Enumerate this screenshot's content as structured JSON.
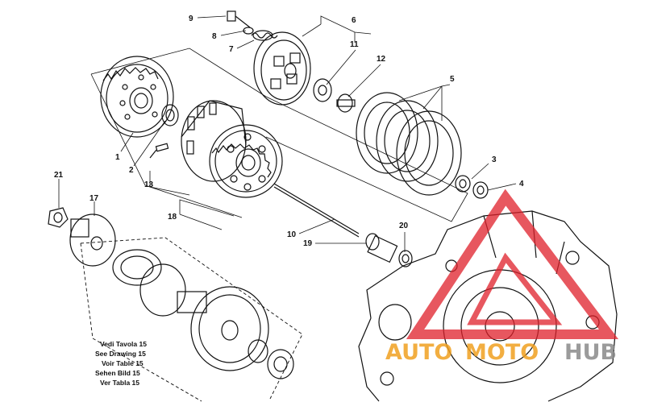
{
  "callouts": [
    {
      "id": "c1",
      "text": "1"
    },
    {
      "id": "c2",
      "text": "2"
    },
    {
      "id": "c3",
      "text": "3"
    },
    {
      "id": "c4",
      "text": "4"
    },
    {
      "id": "c5",
      "text": "5"
    },
    {
      "id": "c6",
      "text": "6"
    },
    {
      "id": "c7",
      "text": "7"
    },
    {
      "id": "c8",
      "text": "8"
    },
    {
      "id": "c9",
      "text": "9"
    },
    {
      "id": "c10",
      "text": "10"
    },
    {
      "id": "c11",
      "text": "11"
    },
    {
      "id": "c12",
      "text": "12"
    },
    {
      "id": "c13",
      "text": "13"
    },
    {
      "id": "c17",
      "text": "17"
    },
    {
      "id": "c18",
      "text": "18"
    },
    {
      "id": "c19",
      "text": "19"
    },
    {
      "id": "c20",
      "text": "20"
    },
    {
      "id": "c21",
      "text": "21"
    }
  ],
  "see_drawing_note": [
    "Vedi Tavola 15",
    "See Drawing 15",
    "Voir Table 15",
    "Sehen Bild 15",
    "Ver Tabla 15"
  ],
  "watermark": {
    "part1": "AUTO",
    "part2": "MOTO",
    "part3": "HUB",
    "colors": {
      "triangle": "#e0202a",
      "text_orange": "#f0a020",
      "text_gray": "#8a8a8a"
    }
  }
}
